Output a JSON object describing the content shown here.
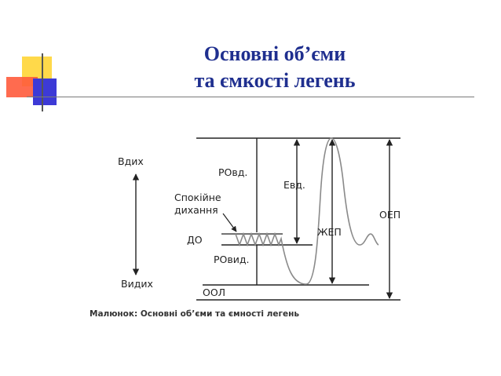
{
  "title": {
    "line1": "Основні об’єми",
    "line2": "та ємкості легень"
  },
  "diagram": {
    "labels": {
      "inhale": "Вдих",
      "exhale": "Видих",
      "irv": "РОвд.",
      "quiet_breathing_line1": "Спокійне",
      "quiet_breathing_line2": "дихання",
      "tidal": "ДО",
      "erv": "РОвид.",
      "rv": "ООЛ",
      "ic": "Евд.",
      "vc": "ЖЕП",
      "tlc": "ОЕП"
    },
    "caption": "Малюнок: Основні об’єми та ємності легень"
  },
  "colors": {
    "title": "#1f2f8f",
    "deco_yellow": "#ffd94a",
    "deco_red": "#ff5b3c",
    "deco_blue": "#3d3ad6",
    "lines": "#222222",
    "curve": "#8a8a8a"
  }
}
